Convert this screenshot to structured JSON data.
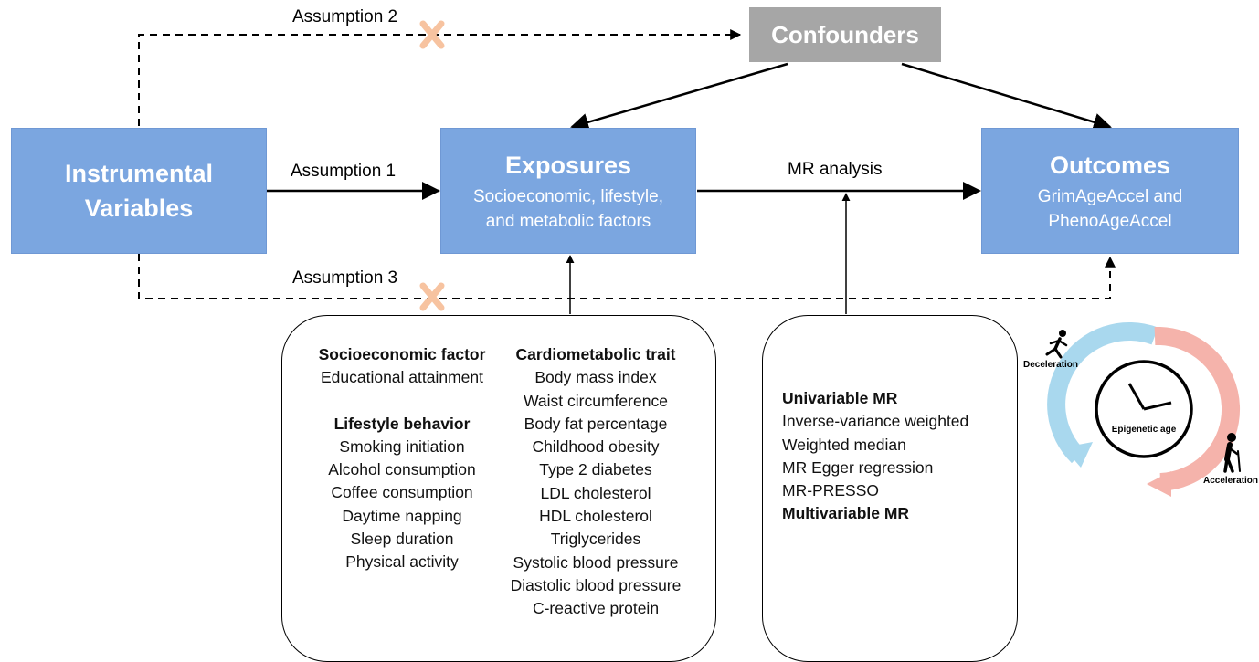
{
  "nodes": {
    "confounders": {
      "title": "Confounders"
    },
    "instrumental": {
      "title_line1": "Instrumental",
      "title_line2": "Variables"
    },
    "exposures": {
      "title": "Exposures",
      "sub_line1": "Socioeconomic, lifestyle,",
      "sub_line2": "and metabolic factors"
    },
    "outcomes": {
      "title": "Outcomes",
      "sub_line1": "GrimAgeAccel and",
      "sub_line2": "PhenoAgeAccel"
    }
  },
  "edges": {
    "assumption1": "Assumption 1",
    "assumption2": "Assumption 2",
    "assumption3": "Assumption 3",
    "mr_analysis": "MR analysis"
  },
  "exposure_panel": {
    "socioeconomic": {
      "heading": "Socioeconomic factor",
      "items": [
        "Educational attainment"
      ]
    },
    "lifestyle": {
      "heading": "Lifestyle behavior",
      "items": [
        "Smoking initiation",
        "Alcohol consumption",
        "Coffee consumption",
        "Daytime napping",
        "Sleep duration",
        "Physical activity"
      ]
    },
    "cardiometabolic": {
      "heading": "Cardiometabolic trait",
      "items": [
        "Body mass index",
        "Waist circumference",
        "Body fat percentage",
        "Childhood obesity",
        "Type 2 diabetes",
        "LDL cholesterol",
        "HDL cholesterol",
        "Triglycerides",
        "Systolic blood pressure",
        "Diastolic blood pressure",
        "C-reactive protein"
      ]
    }
  },
  "methods_panel": {
    "univariable": {
      "heading": "Univariable MR",
      "items": [
        "Inverse-variance weighted",
        "Weighted median",
        "MR Egger regression",
        "MR-PRESSO"
      ]
    },
    "multivariable": {
      "heading": "Multivariable MR"
    },
    "icon": "magnifier-analysis-icon"
  },
  "clock": {
    "center_label": "Epigenetic age",
    "deceleration_label": "Deceleration",
    "acceleration_label": "Acceleration",
    "deceleration_icon": "running-person-icon",
    "acceleration_icon": "elderly-person-icon"
  },
  "colors": {
    "box_blue": "#7ba6e0",
    "box_gray": "#a6a6a6",
    "cross": "#f7c3a0",
    "deceleration_arc": "#a9d8ee",
    "acceleration_arc": "#f5b3ab"
  }
}
